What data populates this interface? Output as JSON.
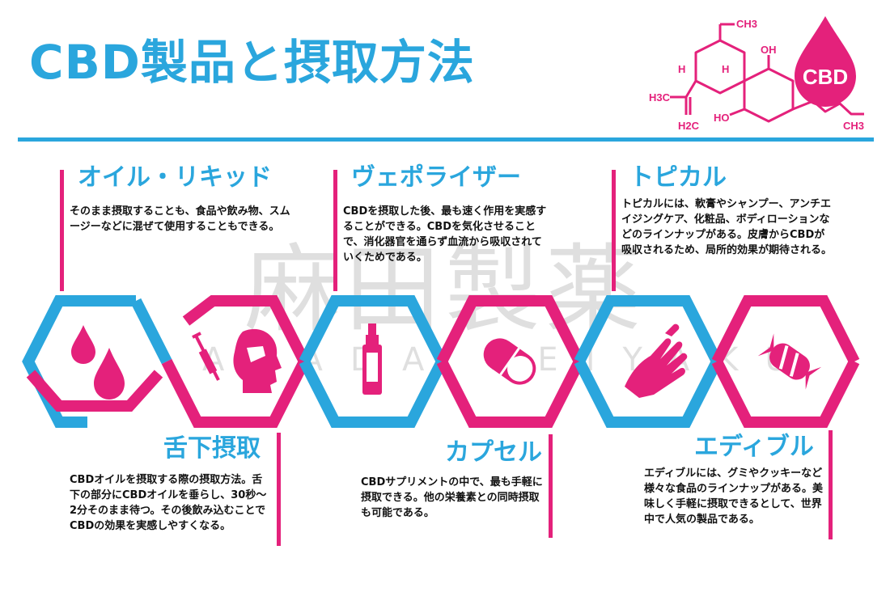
{
  "title": "CBD製品と摂取方法",
  "molecule": {
    "ch3_top": "CH3",
    "h_left": "H",
    "h_right": "H",
    "oh_top": "OH",
    "h3c": "H3C",
    "h2c": "H2C",
    "ho": "HO",
    "ch3_right": "CH3",
    "drop_label": "CBD"
  },
  "watermark": {
    "main": "麻田製薬",
    "sub": "ASADA SEIYAKU"
  },
  "sections": {
    "oil": {
      "title": "オイル・リキッド",
      "text": "そのまま摂取することも、食品や飲み物、スムージーなどに混ぜて使用することもできる。"
    },
    "vaporizer": {
      "title": "ヴェポライザー",
      "text": "CBDを摂取した後、最も速く作用を実感することができる。CBDを気化させることで、消化器官を通らず血流から吸収されていくためである。"
    },
    "topical": {
      "title": "トピカル",
      "text": "トピカルには、軟膏やシャンプー、アンチエイジングケア、化粧品、ボディローションなどのラインナップがある。皮膚からCBDが吸収されるため、局所的効果が期待される。"
    },
    "sublingual": {
      "title": "舌下摂取",
      "text": "CBDオイルを摂取する際の摂取方法。舌下の部分にCBDオイルを垂らし、30秒〜2分そのまま待つ。その後飲み込むことでCBDの効果を実感しやすくなる。"
    },
    "capsule": {
      "title": "カプセル",
      "text": "CBDサプリメントの中で、最も手軽に摂取できる。他の栄養素との同時摂取も可能である。"
    },
    "edible": {
      "title": "エディブル",
      "text": "エディブルには、グミやクッキーなど様々な食品のラインナップがある。美味しく手軽に摂取できるとして、世界中で人気の製品である。"
    }
  },
  "colors": {
    "blue": "#2aa6dd",
    "pink": "#e4217b"
  },
  "icons": [
    "droplets-icon",
    "face-syringe-icon",
    "spray-bottle-icon",
    "capsule-icon",
    "hand-icon",
    "candy-icon"
  ]
}
